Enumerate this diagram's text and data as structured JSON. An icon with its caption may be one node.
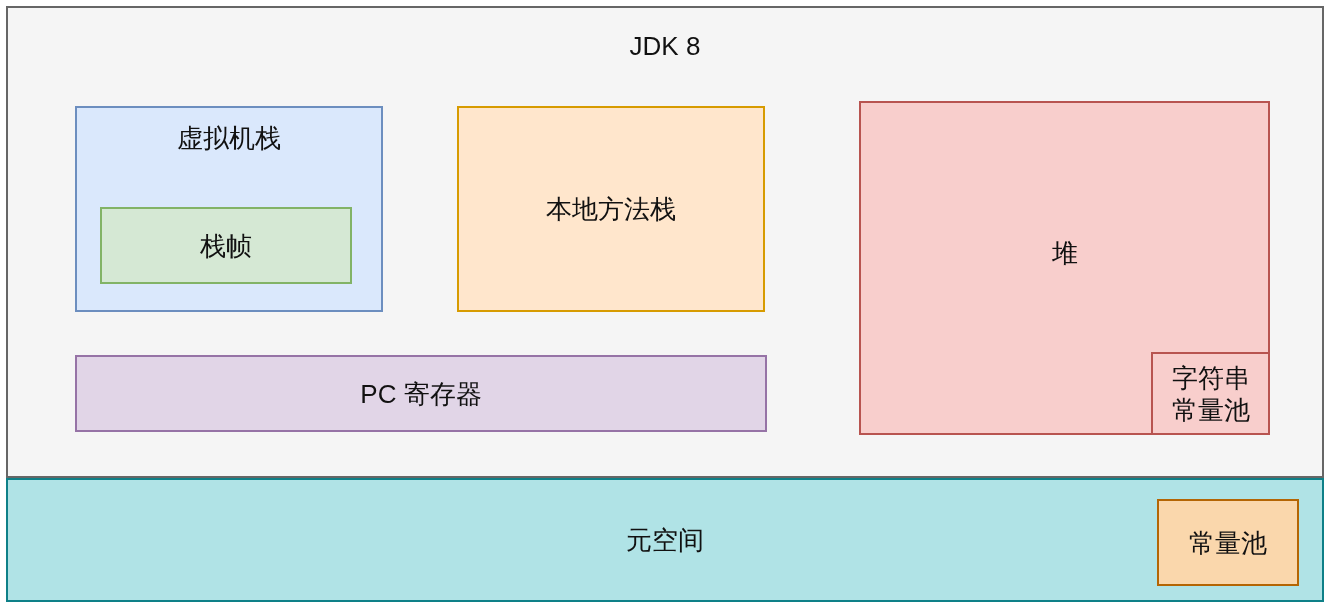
{
  "diagram": {
    "nodes": [
      {
        "text": [
          "JDK 8"
        ]
      },
      {
        "text": [
          "虚拟机栈"
        ],
        "in": 0
      },
      {
        "text": [
          "栈帧"
        ],
        "in": 1
      },
      {
        "text": [
          "本地方法栈"
        ],
        "in": 0
      },
      {
        "text": [
          "PC 寄存器"
        ],
        "in": 0
      },
      {
        "text": [
          "堆"
        ],
        "in": 0
      },
      {
        "text": [
          "字符串常量池"
        ],
        "in": 5
      },
      {
        "text": [
          "元空间"
        ]
      },
      {
        "text": [
          "常量池"
        ],
        "in": 7
      }
    ]
  }
}
